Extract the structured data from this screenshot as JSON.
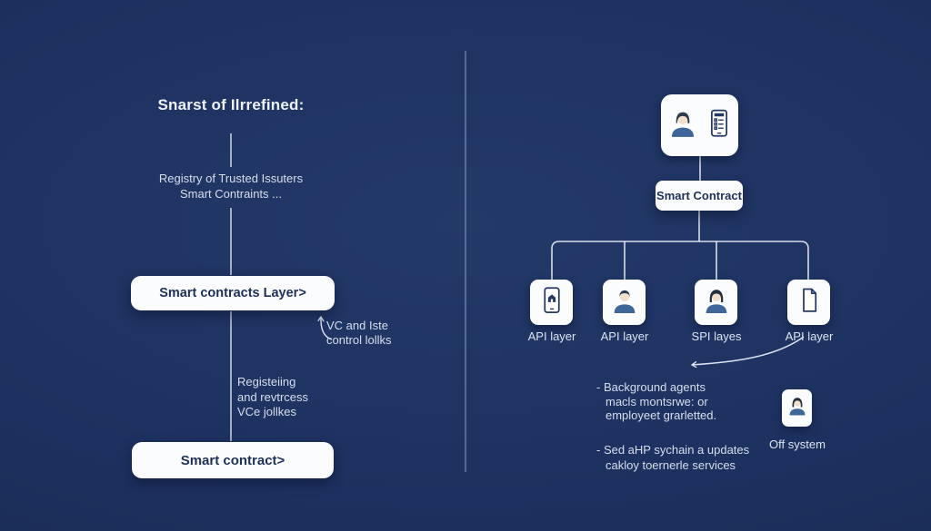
{
  "colors": {
    "background": "#1d3160",
    "box_fill": "#fbfcfe",
    "box_text": "#1d3158",
    "line": "#d9e1ef",
    "person_blue": "#3e6698",
    "icon_outline": "#26395f"
  },
  "left": {
    "title": "Snarst of Ilrrefined:",
    "registry_line1": "Registry of Trusted Issuters",
    "registry_line2": "Smart Contraints ...",
    "contracts_layer_box": "Smart contracts Layer>",
    "vc_note_line1": "VC and Iste",
    "vc_note_line2": "control lollks",
    "register_note_line1": "Registeiing",
    "register_note_line2": "and revtrcess",
    "register_note_line3": "VCe jollkes",
    "contract_box": "Smart contract>"
  },
  "right": {
    "actor_icons": [
      "person-icon",
      "phone-checklist-icon"
    ],
    "smart_contract_box": "Smart Contract",
    "nodes": [
      {
        "label": "API layer",
        "icon": "tablet-home-icon"
      },
      {
        "label": "API layer",
        "icon": "person-icon"
      },
      {
        "label": "SPI layes",
        "icon": "person-female-icon"
      },
      {
        "label": "API layer",
        "icon": "document-icon"
      }
    ],
    "bullet1_line1": "- Background agents",
    "bullet1_line2": "macls montsrwe: or",
    "bullet1_line3": "employeet grarletted.",
    "bullet2_line1": "- Sed aHP sychain a updates",
    "bullet2_line2": "cakloy toernerle services",
    "off_system_label": "Off system",
    "off_system_icon": "person-female-icon"
  }
}
